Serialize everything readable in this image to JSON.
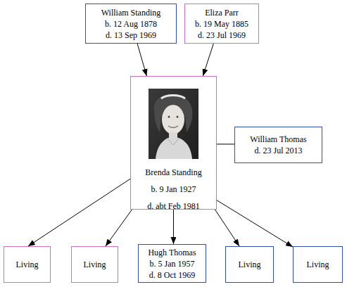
{
  "diagram": {
    "nodes": [
      {
        "text": [
          "William Standing",
          "b. 12 Aug 1878",
          "d. 13 Sep 1969"
        ]
      },
      {
        "text": [
          "Eliza Parr",
          "b. 19 May 1885",
          "d. 23 Jul 1969"
        ]
      },
      {
        "text": [
          "Brenda Standing",
          "b. 9 Jan 1927",
          "d. abt Feb 1981"
        ]
      },
      {
        "text": [
          "William Thomas",
          "d. 23 Jul 2013"
        ]
      },
      {
        "text": [
          "Living"
        ]
      },
      {
        "text": [
          "Living"
        ]
      },
      {
        "text": [
          "Hugh Thomas",
          "b. 5 Jan 1957",
          "d. 8 Oct 1969"
        ]
      },
      {
        "text": [
          "Living"
        ]
      },
      {
        "text": [
          "Living"
        ]
      }
    ],
    "edges": [
      {
        "from": 0,
        "to": 2,
        "arrow": "to"
      },
      {
        "from": 1,
        "to": 2,
        "arrow": "to"
      },
      {
        "from": 2,
        "to": 3,
        "arrow": "none"
      },
      {
        "from": 2,
        "to": 4,
        "arrow": "to"
      },
      {
        "from": 2,
        "to": 5,
        "arrow": "to"
      },
      {
        "from": 2,
        "to": 6,
        "arrow": "to"
      },
      {
        "from": 2,
        "to": 7,
        "arrow": "to"
      },
      {
        "from": 2,
        "to": 8,
        "arrow": "to"
      }
    ]
  }
}
